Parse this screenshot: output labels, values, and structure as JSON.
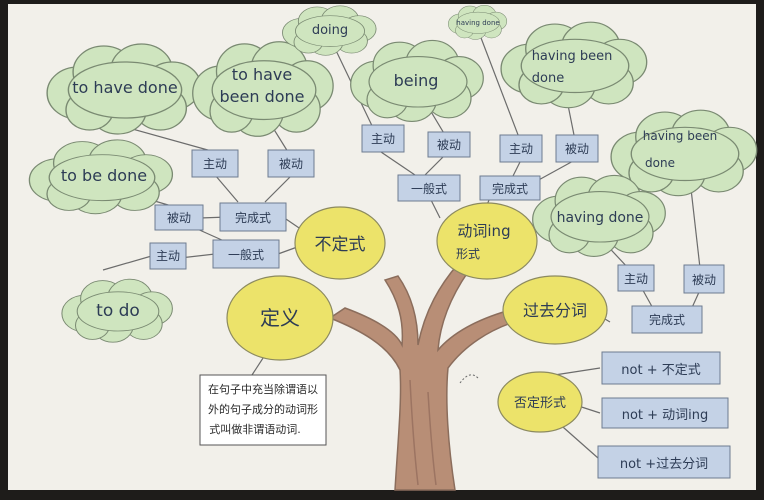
{
  "center_nodes": {
    "infinitive": "不定式",
    "gerund_line1": "动词ing",
    "gerund_line2": "形式",
    "definition": "定义",
    "past_participle": "过去分词",
    "negative": "否定形式"
  },
  "infinitive_branch": {
    "to_do": "to do",
    "to_be_done": "to be done",
    "to_have_done": "to have done",
    "to_have_been_done_line1": "to have",
    "to_have_been_done_line2": "been done",
    "active": "主动",
    "passive": "被动",
    "simple": "一般式",
    "perfect": "完成式",
    "perfect_active": "主动",
    "perfect_passive": "被动"
  },
  "gerund_branch": {
    "doing": "doing",
    "being": "being",
    "having_done": "having done",
    "having_been_done_line1": "having been",
    "having_been_done_line2": "done",
    "simple_active": "主动",
    "simple_passive": "被动",
    "simple": "一般式",
    "perfect_active": "主动",
    "perfect_passive": "被动",
    "perfect": "完成式"
  },
  "participle_branch": {
    "having_done": "having done",
    "having_been_done_line1": "having been",
    "having_been_done_line2": "done",
    "active": "主动",
    "passive": "被动",
    "perfect": "完成式"
  },
  "negative_branch": {
    "item1": "not + 不定式",
    "item2": "not + 动词ing",
    "item3": "not +过去分词"
  },
  "definition_text": {
    "line1": "在句子中充当除谓语以",
    "line2": "外的句子成分的动词形",
    "line3": "式叫做非谓语动词."
  },
  "colors": {
    "paper": "#f2f0ea",
    "cloud": "#cfe5bf",
    "yellow_circle": "#ece36a",
    "blue_label": "#c4d2e6",
    "trunk": "#b88e76"
  }
}
